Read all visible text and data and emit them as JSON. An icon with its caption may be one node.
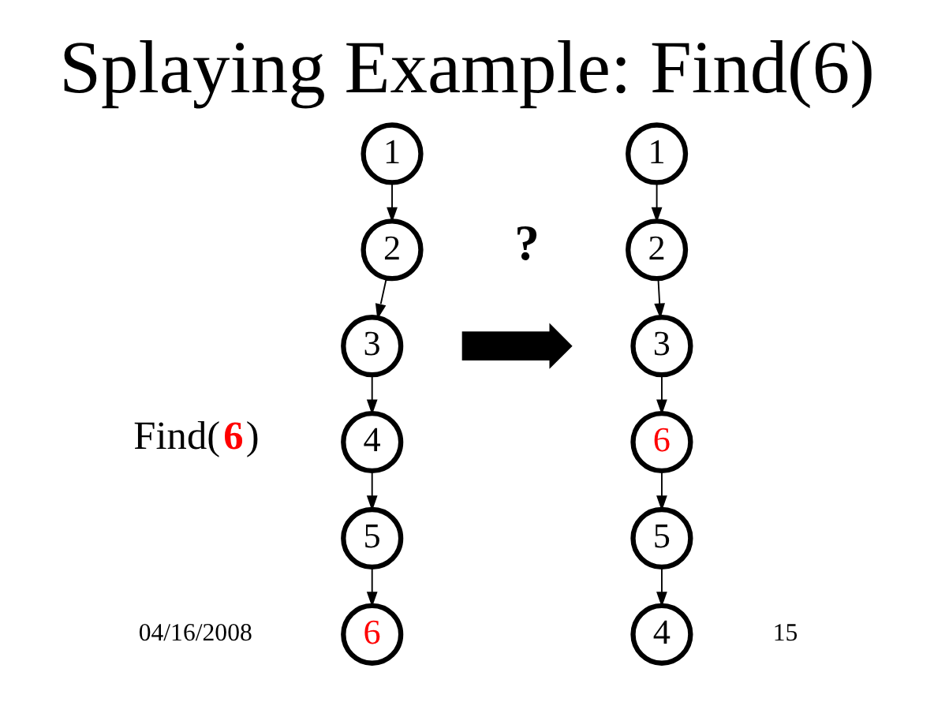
{
  "diagram": {
    "title": "Splaying Example: Find(6)",
    "nodes": [
      {
        "text": [
          "1"
        ]
      },
      {
        "text": [
          "2"
        ]
      },
      {
        "text": [
          "3"
        ]
      },
      {
        "text": [
          "4"
        ]
      },
      {
        "text": [
          "5"
        ]
      },
      {
        "text": [
          "6"
        ]
      },
      {
        "text": [
          "1"
        ]
      },
      {
        "text": [
          "2"
        ]
      },
      {
        "text": [
          "3"
        ]
      },
      {
        "text": [
          "6"
        ]
      },
      {
        "text": [
          "5"
        ]
      },
      {
        "text": [
          "4"
        ]
      },
      {
        "text": [],
        "shape": "arrow",
        "beside": [
          "?"
        ]
      }
    ],
    "edges": [
      {
        "from": 0,
        "to": 1,
        "arrow": "to"
      },
      {
        "from": 1,
        "to": 2,
        "arrow": "to"
      },
      {
        "from": 2,
        "to": 3,
        "arrow": "to"
      },
      {
        "from": 3,
        "to": 4,
        "arrow": "to"
      },
      {
        "from": 4,
        "to": 5,
        "arrow": "to"
      },
      {
        "from": 6,
        "to": 7,
        "arrow": "to"
      },
      {
        "from": 7,
        "to": 8,
        "arrow": "to"
      },
      {
        "from": 8,
        "to": 9,
        "arrow": "to"
      },
      {
        "from": 9,
        "to": 10,
        "arrow": "to"
      },
      {
        "from": 10,
        "to": 11,
        "arrow": "to"
      }
    ],
    "labels": [
      "Find(**6**)",
      "04/16/2008",
      "15"
    ]
  }
}
